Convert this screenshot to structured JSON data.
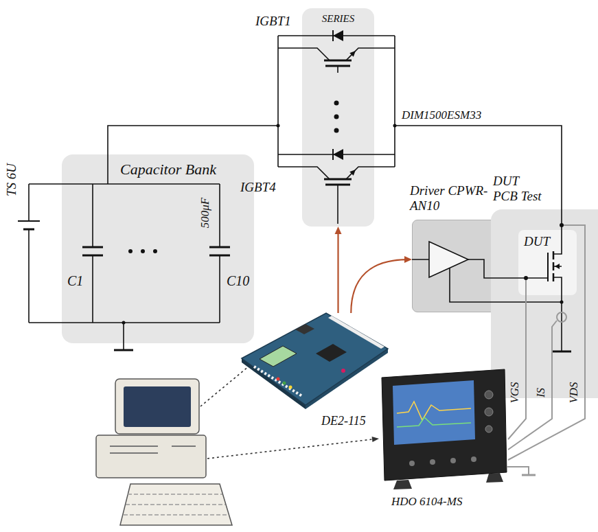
{
  "diagram": {
    "nodes": [
      {
        "text": [
          "Capacitor Bank"
        ]
      },
      {
        "text": [
          "SERIES"
        ]
      },
      {
        "text": [
          "Driver CPWR-AN10"
        ]
      },
      {
        "text": [
          "DUT PCB Test"
        ]
      },
      {
        "text": [
          "DUT"
        ],
        "in": 3
      },
      {
        "text": [
          "DE2-115"
        ]
      },
      {
        "text": [
          "HDO 6104-MS"
        ]
      }
    ],
    "edges": [
      {
        "from": 5,
        "to": 1,
        "arrow": "to"
      },
      {
        "from": 5,
        "to": 2,
        "arrow": "to"
      }
    ],
    "labels": [
      "TS 6U",
      "C1",
      "500μF",
      "C10",
      "IGBT1",
      "IGBT4",
      "DIM1500ESM33",
      "VGS",
      "IS",
      "VDS"
    ]
  }
}
